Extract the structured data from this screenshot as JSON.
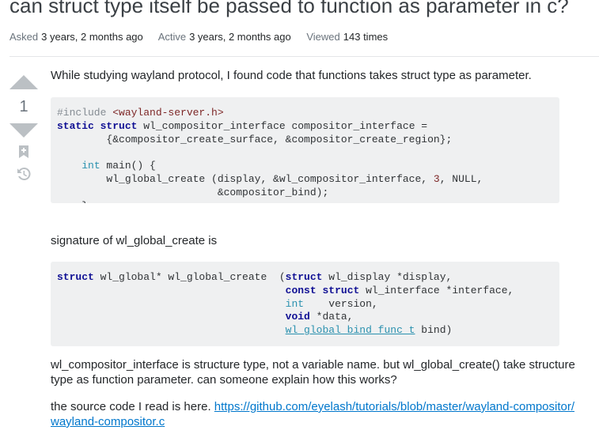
{
  "question": {
    "title": "can struct type itself be passed to function as parameter in c?",
    "asked_label": "Asked",
    "asked_value": "3 years, 2 months ago",
    "active_label": "Active",
    "active_value": "3 years, 2 months ago",
    "viewed_label": "Viewed",
    "viewed_value": "143 times"
  },
  "votes": {
    "score": "1",
    "icons": [
      "vote-up-arrow",
      "vote-down-arrow",
      "bookmark-icon",
      "history-icon"
    ]
  },
  "body": {
    "p1": "While studying wayland protocol, I found code that functions takes struct type as parameter.",
    "p2": "signature of wl_global_create is",
    "p3": "wl_compositor_interface is structure type, not a variable name. but wl_global_create() take structure type as function parameter. can someone explain how this works?",
    "p4_prefix": "the source code I read is here. ",
    "p4_link": "https://github.com/eyelash/tutorials/blob/master/wayland-compositor/wayland-compositor.c"
  },
  "code1": {
    "line1": {
      "pp": "#include ",
      "hdr": "<wayland-server.h>"
    },
    "line2": {
      "kw1": "static",
      "kw2": "struct",
      "rest": " wl_compositor_interface compositor_interface ="
    },
    "line3": "        {&compositor_create_surface, &compositor_create_region};",
    "line5": {
      "indent": "    ",
      "kw": "int",
      "rest": " main() {"
    },
    "line6": {
      "a": "        wl_global_create (display, &wl_compositor_interface, ",
      "num": "3",
      "b": ", NULL,"
    },
    "line7": "                          &compositor_bind);",
    "line8": "    }"
  },
  "code2": {
    "line1": {
      "kw": "struct",
      "a": " wl_global* wl_global_create  (",
      "kw2": "struct",
      "b": " wl_display *display,"
    },
    "line2": {
      "indent": "                                     ",
      "kw1": "const",
      "kw2": "struct",
      "rest": " wl_interface *interface,"
    },
    "line3": {
      "indent": "                                     ",
      "kw": "int",
      "rest": "    version,"
    },
    "line4": {
      "indent": "                                     ",
      "kw": "void",
      "rest": " *data,"
    },
    "line5": {
      "indent": "                                     ",
      "typ": "wl_global_bind_func_t",
      "rest": " bind)"
    }
  },
  "colors": {
    "link": "#0077cc",
    "code_bg": "#eff0f1",
    "keyword": "#101094",
    "type": "#2b91af",
    "literal": "#7d2727",
    "comment": "#858c93"
  }
}
